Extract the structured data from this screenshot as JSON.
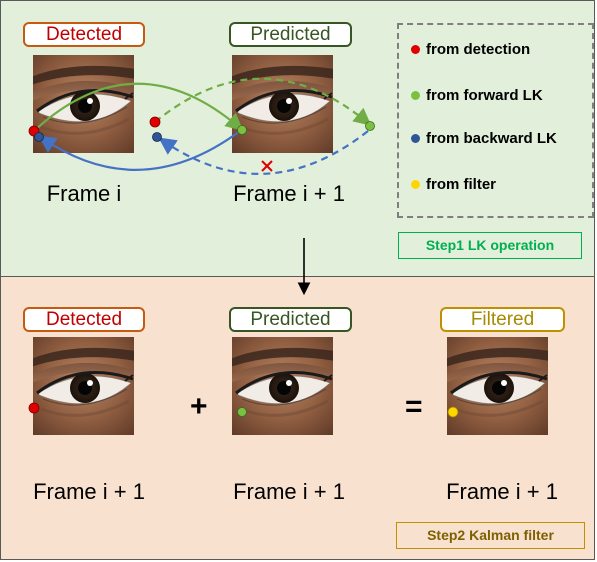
{
  "step1": {
    "detected_tag": "Detected",
    "predicted_tag": "Predicted",
    "frame_left_label": "Frame i",
    "frame_right_label": "Frame i + 1",
    "step_label": "Step1 LK operation"
  },
  "legend": {
    "items": [
      {
        "label": "from detection",
        "color": "#e00000"
      },
      {
        "label": "from forward LK",
        "color": "#7ac142"
      },
      {
        "label": "from backward LK",
        "color": "#2e5597"
      },
      {
        "label": "from filter",
        "color": "#ffd700"
      }
    ]
  },
  "step2": {
    "detected_tag": "Detected",
    "predicted_tag": "Predicted",
    "filtered_tag": "Filtered",
    "frame1_label": "Frame i + 1",
    "frame2_label": "Frame i + 1",
    "frame3_label": "Frame i + 1",
    "plus": "+",
    "equals": "=",
    "step_label": "Step2 Kalman filter"
  },
  "colors": {
    "top_bg": "#e2efda",
    "bottom_bg": "#f9e1d0",
    "forward_arrow": "#70ad47",
    "backward_arrow": "#4472c4",
    "reject_mark": "#e00000"
  }
}
